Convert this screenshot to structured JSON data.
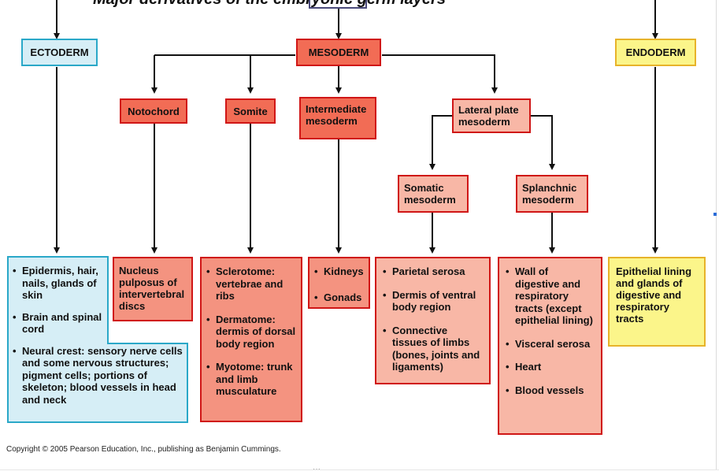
{
  "title": "Major derivatives of the embryonic germ layers",
  "germ_layers": {
    "ectoderm": "ECTODERM",
    "mesoderm": "MESODERM",
    "endoderm": "ENDODERM"
  },
  "mesoderm_branches": {
    "notochord": "Notochord",
    "somite": "Somite",
    "intermediate": "Intermediate mesoderm",
    "lateral_plate": "Lateral plate mesoderm",
    "somatic": "Somatic mesoderm",
    "splanchnic": "Splanchnic mesoderm"
  },
  "derivatives": {
    "ectoderm": [
      "Epidermis, hair, nails, glands of skin",
      "Brain and spinal cord",
      "Neural crest: sensory nerve cells and some nervous structures; pigment cells; portions of skeleton; blood vessels in head and neck"
    ],
    "notochord": "Nucleus pulposus of intervertebral discs",
    "somite": [
      "Sclerotome: vertebrae and ribs",
      "Dermatome: dermis of dorsal body region",
      "Myotome: trunk and limb musculature"
    ],
    "intermediate": [
      "Kidneys",
      "Gonads"
    ],
    "somatic": [
      "Parietal serosa",
      "Dermis of ventral body region",
      "Connective tissues of limbs (bones, joints and ligaments)"
    ],
    "splanchnic": [
      "Wall of digestive and respiratory tracts (except epithelial lining)",
      "Visceral serosa",
      "Heart",
      "Blood vessels"
    ],
    "endoderm": "Epithelial lining and glands of digestive and respiratory tracts"
  },
  "copyright": "Copyright © 2005 Pearson Education, Inc., publishing as Benjamin Cummings.",
  "colors": {
    "ectoderm": "#d6eef6",
    "ectoderm_border": "#2aa8c8",
    "mesoderm": "#f26c55",
    "mesoderm_light": "#f8b7a6",
    "mesoderm_border": "#d01616",
    "endoderm": "#fbf58a",
    "endoderm_border": "#e7b32a"
  }
}
